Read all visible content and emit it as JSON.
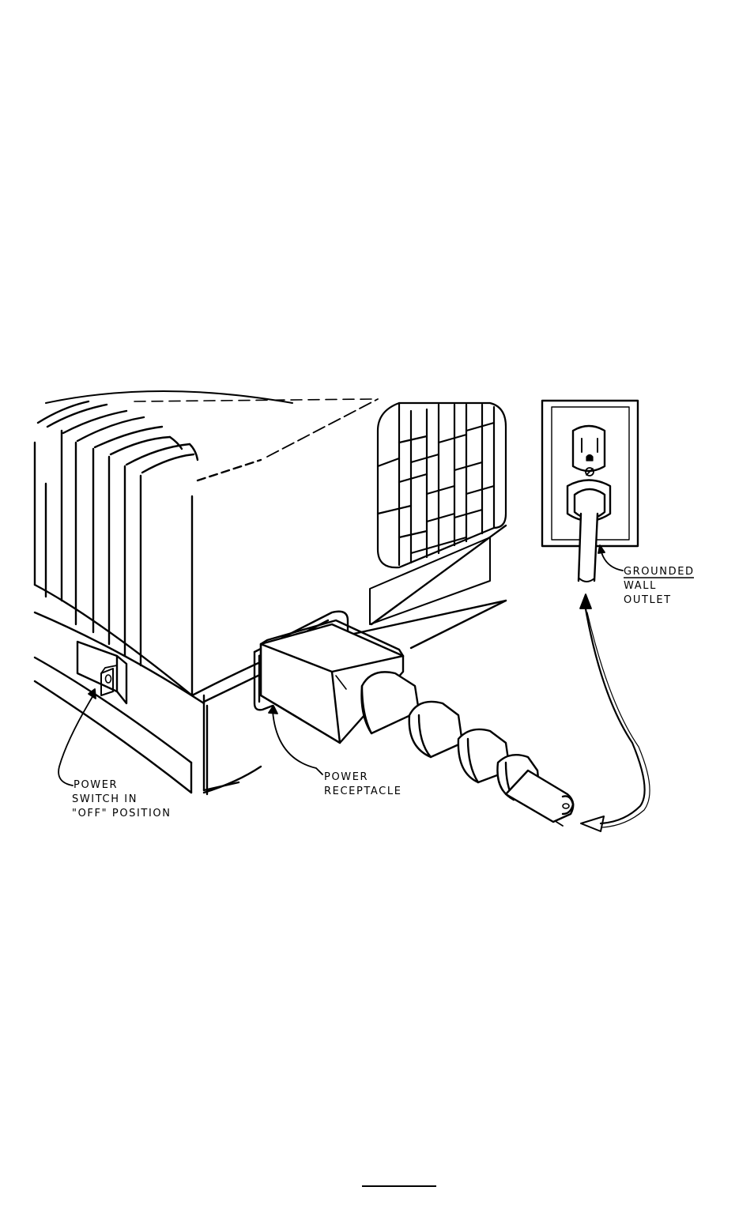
{
  "figure": {
    "callouts": {
      "power_switch": {
        "lines": [
          "POWER",
          "SWITCH IN",
          "\"OFF\" POSITION"
        ]
      },
      "power_receptacle": {
        "lines": [
          "POWER",
          "RECEPTACLE"
        ]
      },
      "wall_outlet": {
        "lines": [
          "GROUNDED",
          "WALL",
          "OUTLET"
        ],
        "underlined_line": "GROUNDED"
      }
    }
  },
  "icons": [
    "computer-unit-icon",
    "power-plug-icon",
    "wall-outlet-icon",
    "leader-arrow-icon"
  ],
  "colors": {
    "ink": "#000000",
    "paper": "#ffffff"
  }
}
